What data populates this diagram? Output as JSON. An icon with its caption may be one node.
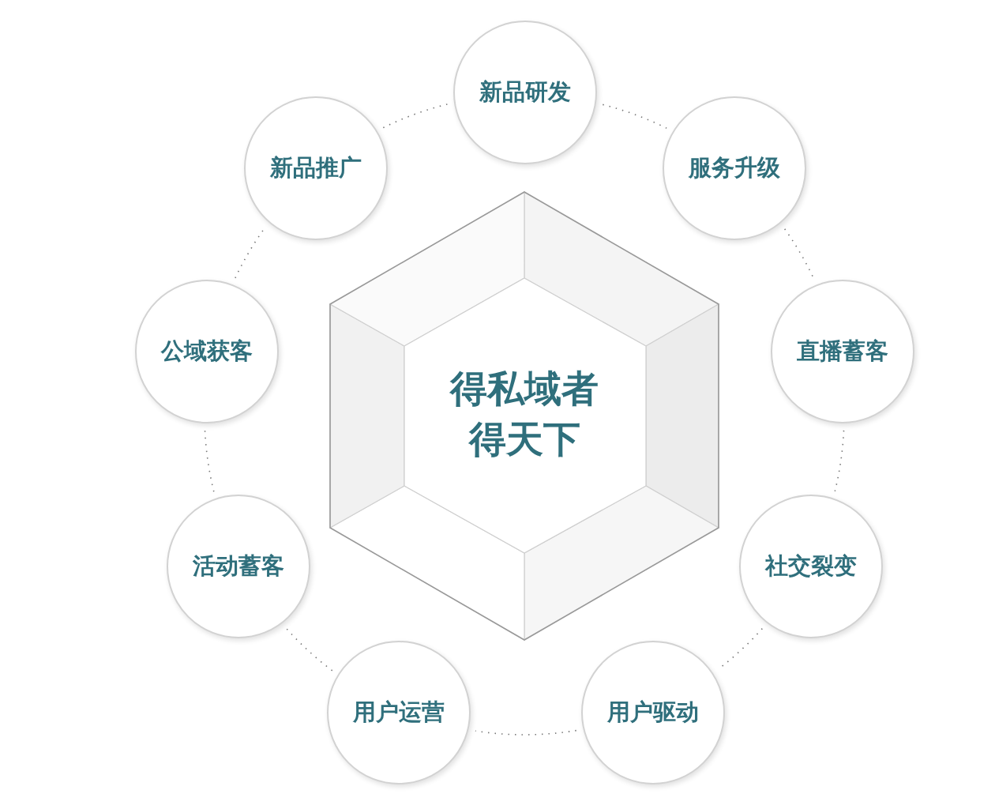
{
  "diagram": {
    "nodes": [
      {
        "text": [
          "新品研发"
        ]
      },
      {
        "text": [
          "服务升级"
        ]
      },
      {
        "text": [
          "直播蓄客"
        ]
      },
      {
        "text": [
          "社交裂变"
        ]
      },
      {
        "text": [
          "用户驱动"
        ]
      },
      {
        "text": [
          "用户运营"
        ]
      },
      {
        "text": [
          "活动蓄客"
        ]
      },
      {
        "text": [
          "公域获客"
        ]
      },
      {
        "text": [
          "新品推广"
        ]
      },
      {
        "text": [
          "得私域者得天下"
        ]
      }
    ],
    "edges": [
      {
        "from": 0,
        "to": 1,
        "arrow": "none",
        "style": "dashed"
      },
      {
        "from": 1,
        "to": 2,
        "arrow": "none",
        "style": "dashed"
      },
      {
        "from": 2,
        "to": 3,
        "arrow": "none",
        "style": "dashed"
      },
      {
        "from": 3,
        "to": 4,
        "arrow": "none",
        "style": "dashed"
      },
      {
        "from": 4,
        "to": 5,
        "arrow": "none",
        "style": "dashed"
      },
      {
        "from": 5,
        "to": 6,
        "arrow": "none",
        "style": "dashed"
      },
      {
        "from": 6,
        "to": 7,
        "arrow": "none",
        "style": "dashed"
      },
      {
        "from": 7,
        "to": 8,
        "arrow": "none",
        "style": "dashed"
      },
      {
        "from": 8,
        "to": 0,
        "arrow": "none",
        "style": "dashed"
      }
    ]
  }
}
